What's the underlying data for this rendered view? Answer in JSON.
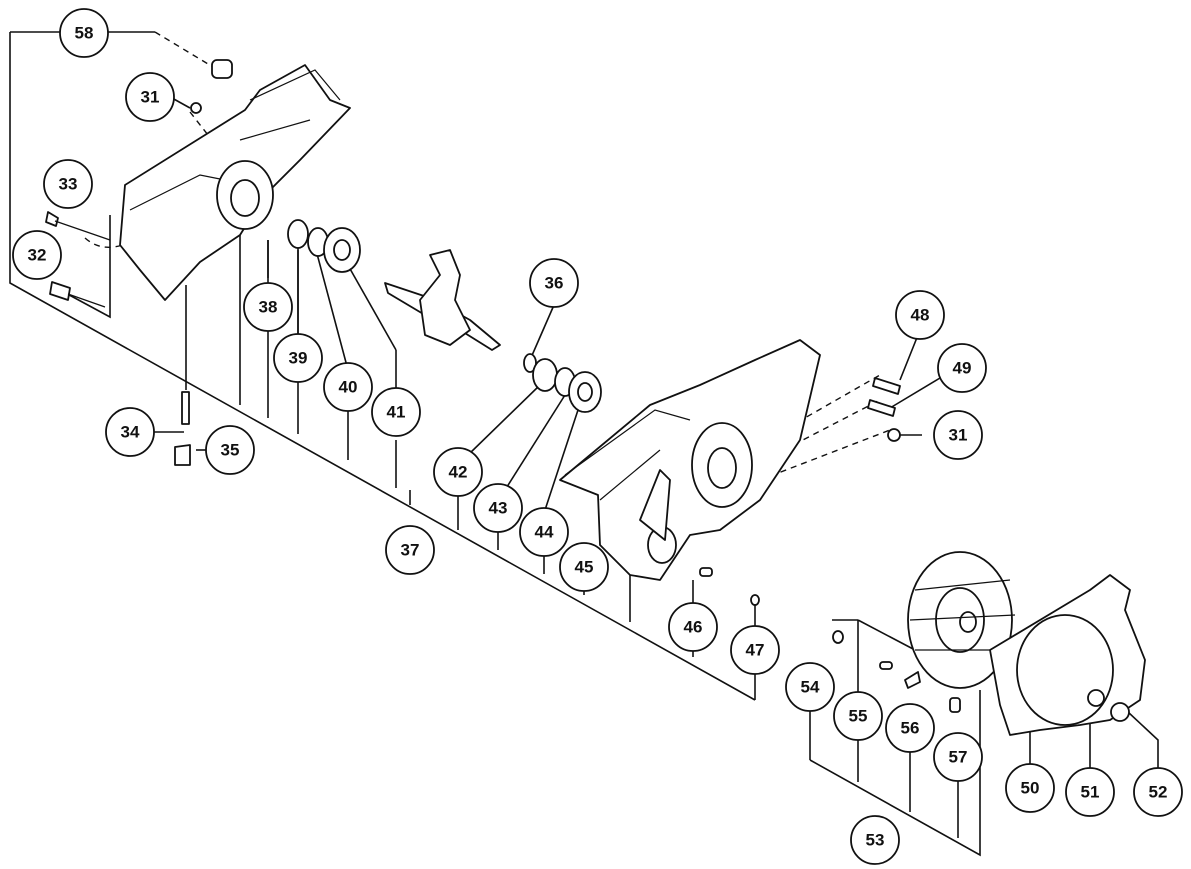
{
  "callouts": {
    "c58": "58",
    "c31a": "31",
    "c33": "33",
    "c32": "32",
    "c38": "38",
    "c39": "39",
    "c40": "40",
    "c41": "41",
    "c34": "34",
    "c35": "35",
    "c37": "37",
    "c36": "36",
    "c42": "42",
    "c43": "43",
    "c44": "44",
    "c45": "45",
    "c46": "46",
    "c47": "47",
    "c48": "48",
    "c49": "49",
    "c31b": "31",
    "c54": "54",
    "c55": "55",
    "c56": "56",
    "c57": "57",
    "c53": "53",
    "c50": "50",
    "c51": "51",
    "c52": "52"
  }
}
